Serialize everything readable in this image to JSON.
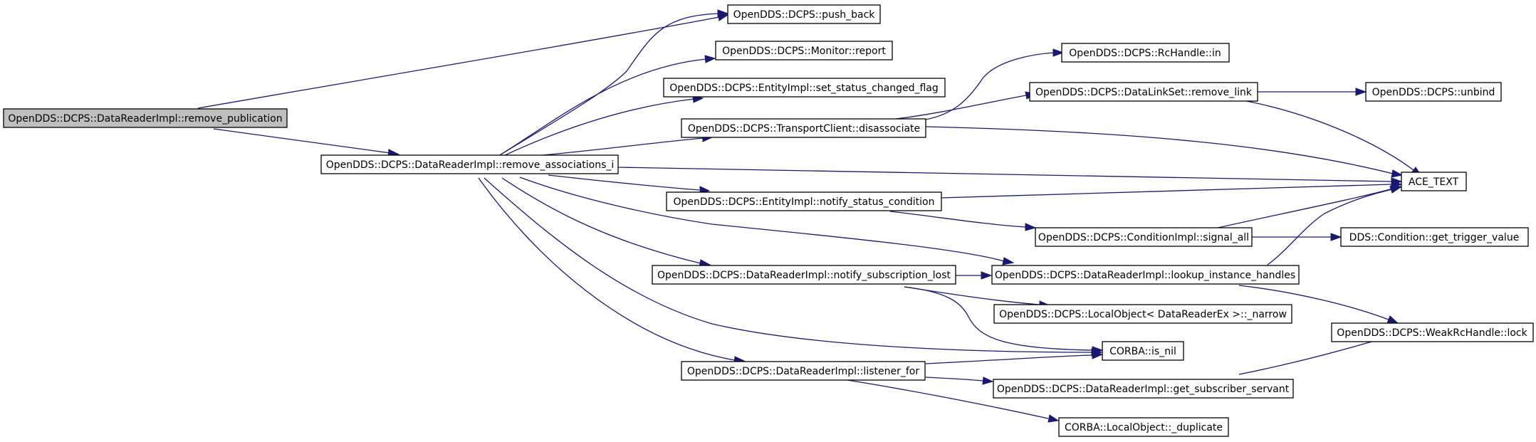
{
  "colors": {
    "edge": "#191970",
    "root_fill": "#bfbfbf",
    "node_fill": "#ffffff"
  },
  "nodes": {
    "remove_publication": "OpenDDS::DCPS::DataReaderImpl::remove_publication",
    "remove_associations_i": "OpenDDS::DCPS::DataReaderImpl::remove_associations_i",
    "push_back": "OpenDDS::DCPS::push_back",
    "monitor_report": "OpenDDS::DCPS::Monitor::report",
    "set_status_changed_flag": "OpenDDS::DCPS::EntityImpl::set_status_changed_flag",
    "disassociate": "OpenDDS::DCPS::TransportClient::disassociate",
    "notify_status_condition": "OpenDDS::DCPS::EntityImpl::notify_status_condition",
    "notify_subscription_lost": "OpenDDS::DCPS::DataReaderImpl::notify_subscription_lost",
    "listener_for": "OpenDDS::DCPS::DataReaderImpl::listener_for",
    "rchandle_in": "OpenDDS::DCPS::RcHandle::in",
    "remove_link": "OpenDDS::DCPS::DataLinkSet::remove_link",
    "signal_all": "OpenDDS::DCPS::ConditionImpl::signal_all",
    "lookup_instance_handles": "OpenDDS::DCPS::DataReaderImpl::lookup_instance_handles",
    "local_narrow": "OpenDDS::DCPS::LocalObject< DataReaderEx >::_narrow",
    "corba_is_nil": "CORBA::is_nil",
    "get_subscriber_servant": "OpenDDS::DCPS::DataReaderImpl::get_subscriber_servant",
    "local_duplicate": "CORBA::LocalObject::_duplicate",
    "unbind": "OpenDDS::DCPS::unbind",
    "ace_text": "ACE_TEXT",
    "get_trigger_value": "DDS::Condition::get_trigger_value",
    "weak_lock": "OpenDDS::DCPS::WeakRcHandle::lock"
  }
}
